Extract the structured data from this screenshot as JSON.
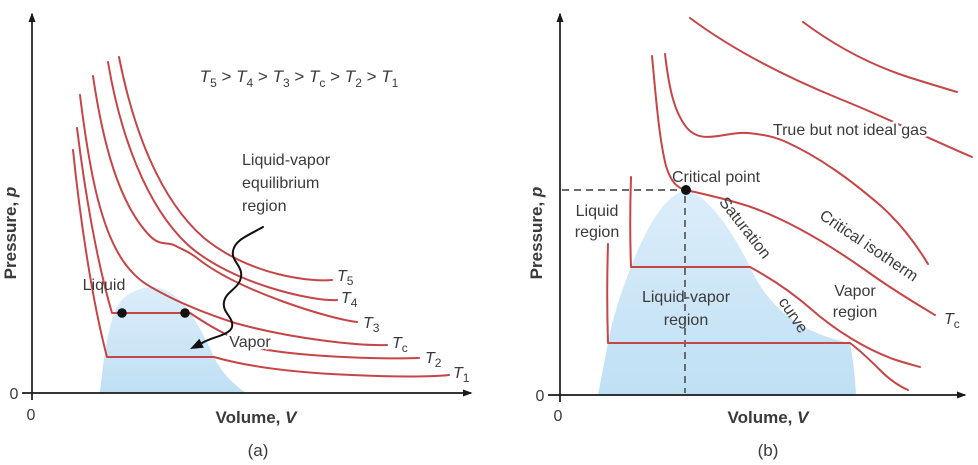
{
  "colors": {
    "red": "#c64547",
    "dome_top": "#dcedfa",
    "dome_bottom": "#bfe0f4",
    "text": "#3a3a3a",
    "axis": "#1a1a1a"
  },
  "panel_a": {
    "caption": "(a)",
    "pressure_axis": {
      "prefix": "Pressure, ",
      "symbol": "p"
    },
    "volume_axis": {
      "prefix": "Volume, ",
      "symbol": "V"
    },
    "origin_zero_left": "0",
    "origin_zero_bottom": "0",
    "temperature_inequality": [
      "T",
      "5",
      " > ",
      "T",
      "4",
      " > ",
      "T",
      "3",
      " > ",
      "T",
      "c",
      " > ",
      "T",
      "2",
      " > ",
      "T",
      "1"
    ],
    "labels": {
      "liquid": "Liquid",
      "vapor": "Vapor",
      "equilibrium_line1": "Liquid-vapor",
      "equilibrium_line2": "equilibrium",
      "equilibrium_line3": "region"
    },
    "isotherms": [
      {
        "base": "T",
        "sub": "5"
      },
      {
        "base": "T",
        "sub": "4"
      },
      {
        "base": "T",
        "sub": "3"
      },
      {
        "base": "T",
        "sub": "c"
      },
      {
        "base": "T",
        "sub": "2"
      },
      {
        "base": "T",
        "sub": "1"
      }
    ]
  },
  "panel_b": {
    "caption": "(b)",
    "pressure_axis": {
      "prefix": "Pressure, ",
      "symbol": "p"
    },
    "volume_axis": {
      "prefix": "Volume, ",
      "symbol": "V"
    },
    "origin_zero_left": "0",
    "origin_zero_bottom": "0",
    "labels": {
      "true_gas": "True but not ideal gas",
      "critical_point": "Critical point",
      "liquid_region_line1": "Liquid",
      "liquid_region_line2": "region",
      "liquid_vapor_region_line1": "Liquid-vapor",
      "liquid_vapor_region_line2": "region",
      "vapor_region_line1": "Vapor",
      "vapor_region_line2": "region",
      "saturation_word1": "Saturation",
      "saturation_word2": "curve",
      "critical_isotherm": "Critical isotherm",
      "critical_temperature": {
        "base": "T",
        "sub": "c"
      }
    }
  }
}
